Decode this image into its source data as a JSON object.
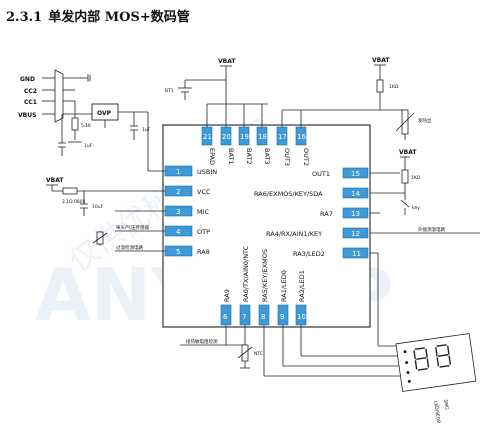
{
  "heading": {
    "number": "2.3.1",
    "title": "单发内部 MOS+数码管"
  },
  "watermark": {
    "brand": "ANYCHIP",
    "text": "仅供优秘科技使用"
  },
  "left_pins": [
    {
      "num": "1",
      "label": "USBIN"
    },
    {
      "num": "2",
      "label": "VCC"
    },
    {
      "num": "3",
      "label": "MIC"
    },
    {
      "num": "4",
      "label": "OTP"
    },
    {
      "num": "5",
      "label": "RA8"
    }
  ],
  "top_pins": [
    {
      "num": "21",
      "label": "EPAD"
    },
    {
      "num": "20",
      "label": "BAT1"
    },
    {
      "num": "19",
      "label": "BAT2"
    },
    {
      "num": "18",
      "label": "BAT3"
    },
    {
      "num": "17",
      "label": "OUT3"
    },
    {
      "num": "16",
      "label": "OUT2"
    }
  ],
  "right_pins": [
    {
      "num": "15",
      "label": "OUT1"
    },
    {
      "num": "14",
      "label": "RA6/EXMOS/KEY/SDA"
    },
    {
      "num": "13",
      "label": "RA7"
    },
    {
      "num": "12",
      "label": "RA4/RX/AIN1/KEY"
    },
    {
      "num": "11",
      "label": "RA3/LED2"
    }
  ],
  "bottom_pins": [
    {
      "num": "6",
      "label": "RA9"
    },
    {
      "num": "7",
      "label": "RA0/TX/AIN0/NTC"
    },
    {
      "num": "8",
      "label": "RA5/KEY/EXMOS"
    },
    {
      "num": "9",
      "label": "RA1/LED0"
    },
    {
      "num": "10",
      "label": "RA2/LED1"
    }
  ],
  "usb": {
    "labels": [
      "GND",
      "CC2",
      "CC1",
      "VBUS"
    ]
  },
  "components": {
    "ovp": "OVP",
    "vbat_top": "VBAT",
    "bt1": "BT1",
    "vbat_top2": "VBAT",
    "vbat_left": "VBAT",
    "vbat_right": "VBAT",
    "r_usb": "5.1K",
    "c_usb": "1uF",
    "c_usbin": "1uF",
    "r_vcc": "2.1Ω 0805",
    "c_vcc": "10uF",
    "r_out": "1KΩ",
    "r_key": "1KΩ",
    "heater_label": "发热丝",
    "key_label": "key",
    "ntc_label": "NTC",
    "ext_label": "外接测温电路"
  },
  "notes": {
    "mic": "咪头/气压传感器",
    "otp": "过温检测电路",
    "ra0": "接热敏电阻检测"
  },
  "display": {
    "label": "SMG",
    "sub": "LED/SEG8"
  }
}
